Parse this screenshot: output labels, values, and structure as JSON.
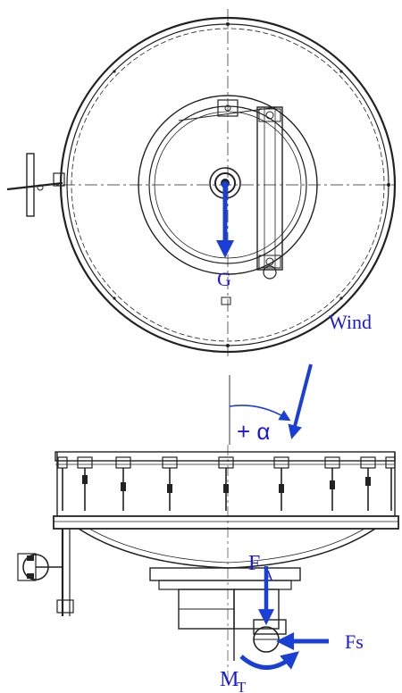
{
  "labels": {
    "gravity": "G",
    "wind": "Wind",
    "angle": "+ α",
    "axial_force_main": "F",
    "axial_force_sub": "A",
    "shear_force": "Fs",
    "torque_main": "M",
    "torque_sub": "T"
  },
  "colors": {
    "annotation": "#1a1adb",
    "force_arrow": "#1a3fd6",
    "drawing_ink": "#222222",
    "background": "#ffffff"
  }
}
